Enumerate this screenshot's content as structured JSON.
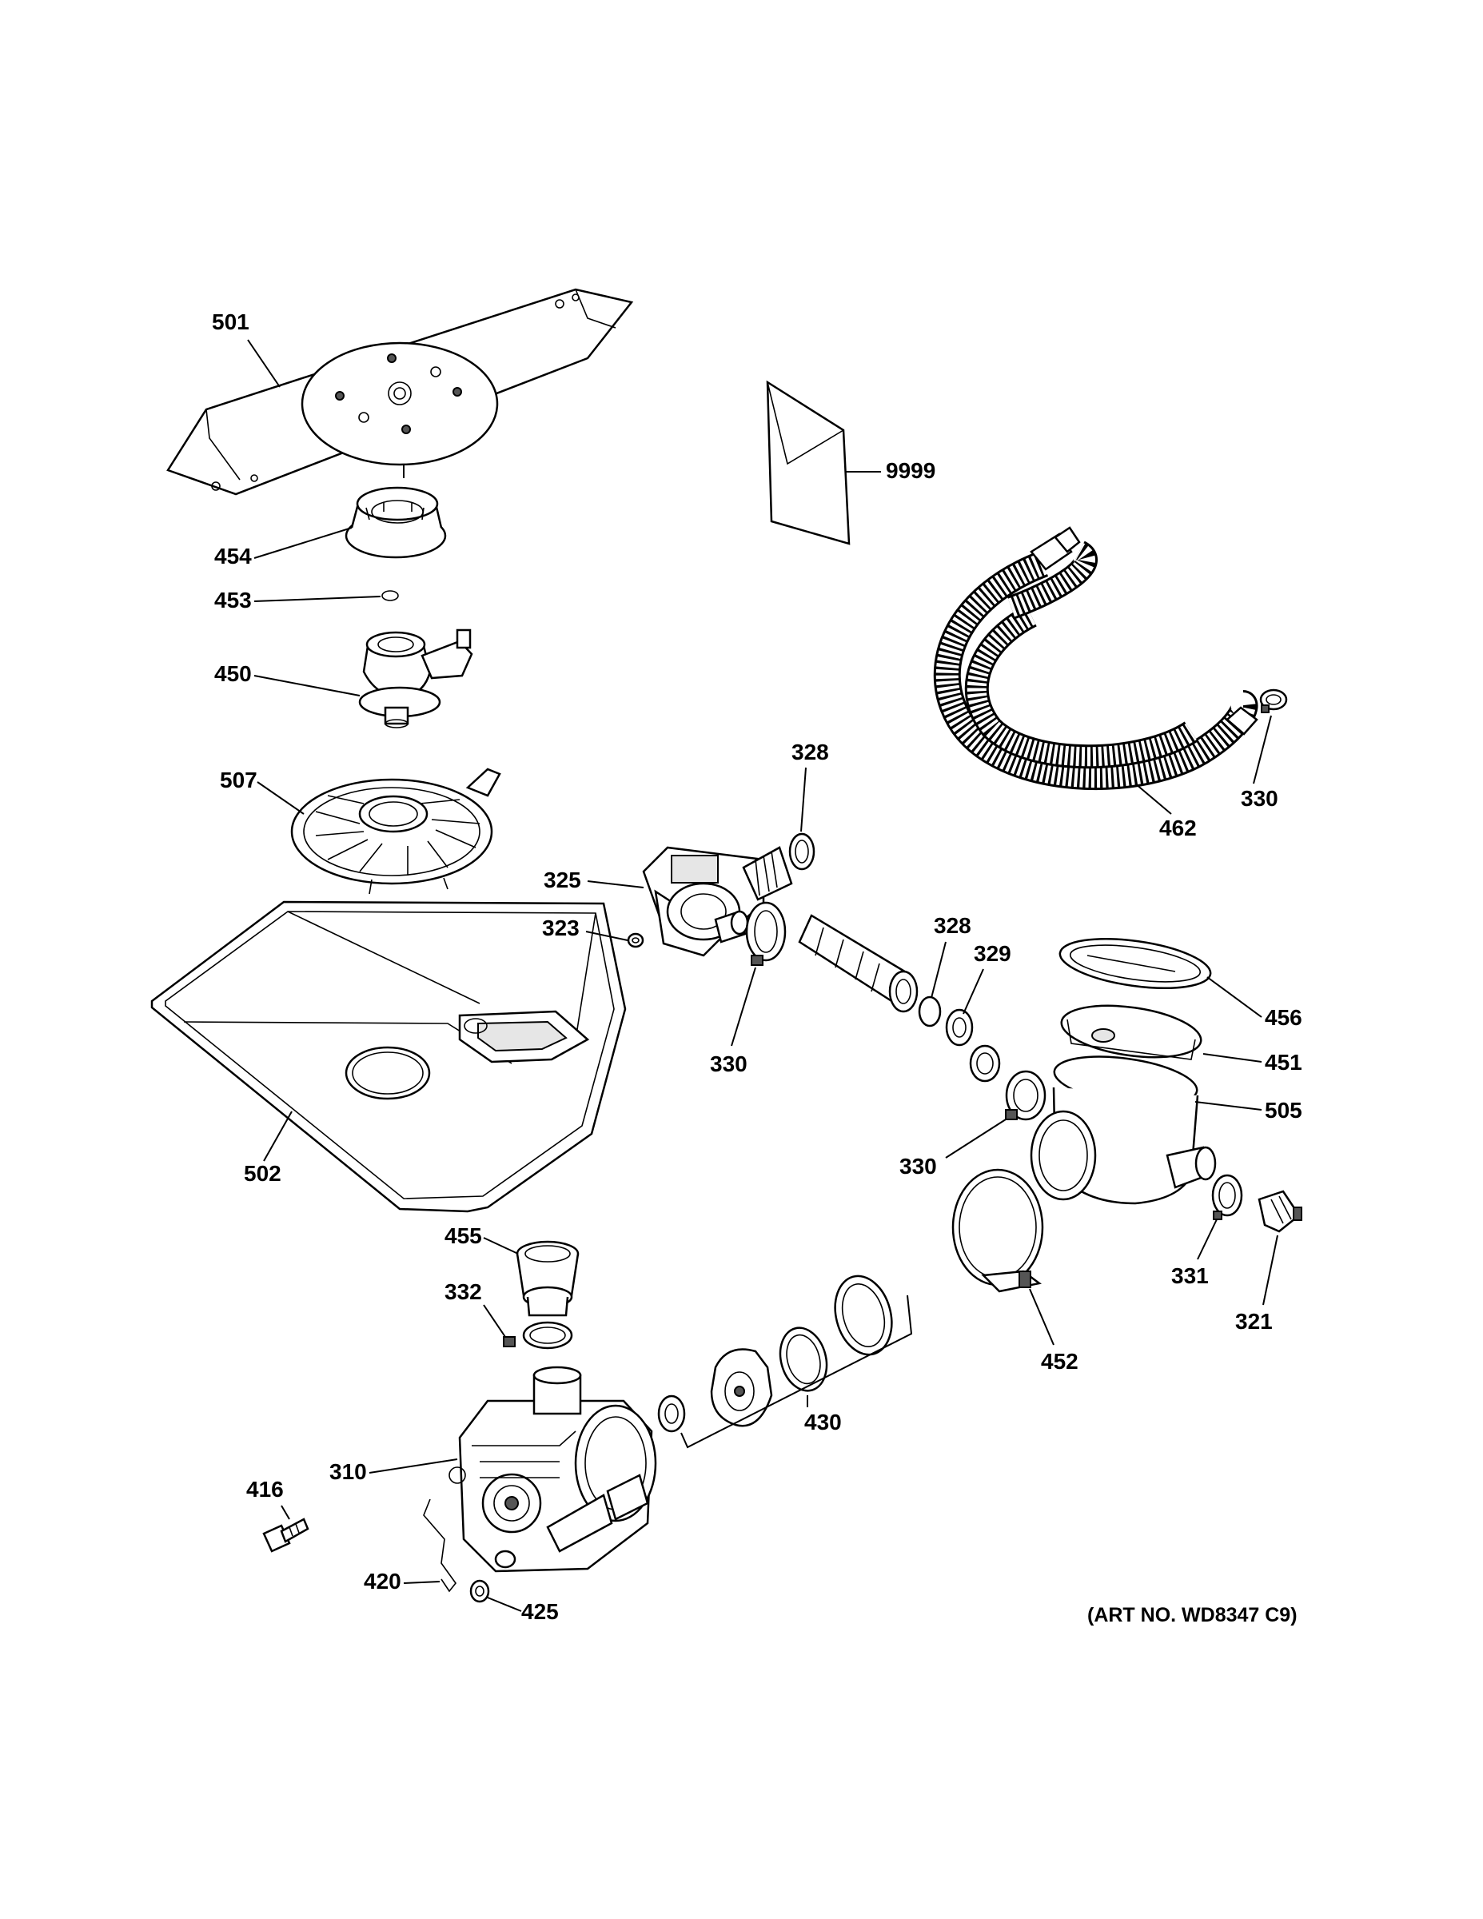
{
  "art_number": "(ART NO. WD8347 C9)",
  "callouts": {
    "c501": "501",
    "c454": "454",
    "c453": "453",
    "c450": "450",
    "c507": "507",
    "c9999": "9999",
    "c328a": "328",
    "c325": "325",
    "c323": "323",
    "c330a": "330",
    "c462": "462",
    "c330b": "330",
    "c328b": "328",
    "c329": "329",
    "c456": "456",
    "c451": "451",
    "c505": "505",
    "c330c": "330",
    "c331": "331",
    "c321": "321",
    "c452": "452",
    "c502": "502",
    "c455": "455",
    "c332": "332",
    "c430": "430",
    "c416": "416",
    "c310": "310",
    "c420": "420",
    "c425": "425"
  }
}
